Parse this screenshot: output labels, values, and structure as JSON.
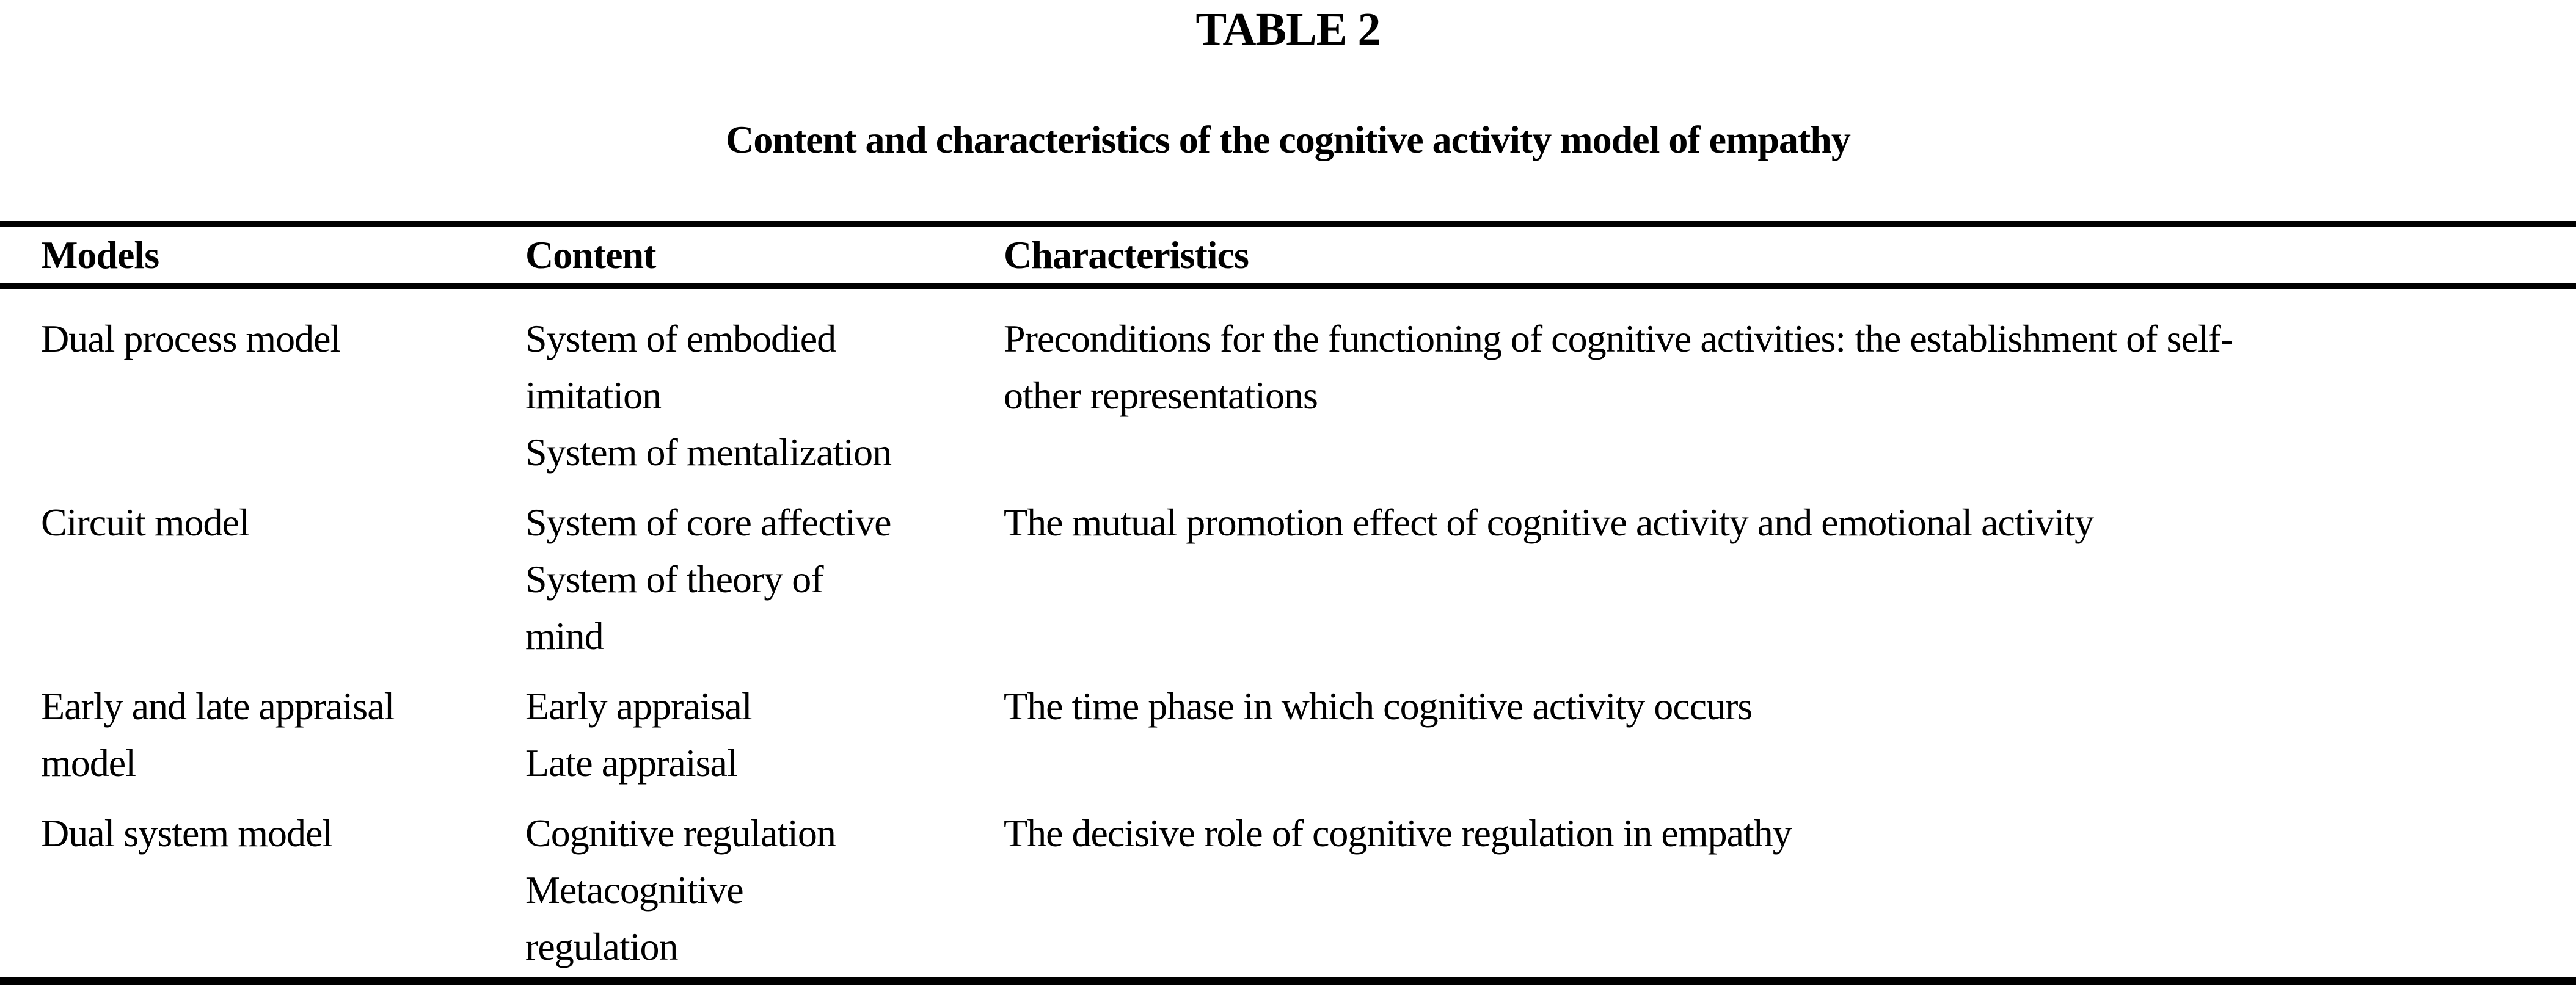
{
  "title": "TABLE 2",
  "subtitle": "Content and characteristics of the cognitive activity model of empathy",
  "table": {
    "columns": [
      "Models",
      "Content",
      "Characteristics"
    ],
    "rows": [
      {
        "model": [
          "Dual process model"
        ],
        "content": [
          "System of embodied",
          "imitation",
          "System of mentalization"
        ],
        "characteristics": [
          "Preconditions for the functioning of cognitive activities: the establishment of self-",
          "other representations"
        ]
      },
      {
        "model": [
          "Circuit model"
        ],
        "content": [
          "System of core affective",
          "System of theory of",
          "mind"
        ],
        "characteristics": [
          "The mutual promotion effect of cognitive activity and emotional activity"
        ]
      },
      {
        "model": [
          "Early and late appraisal",
          "model"
        ],
        "content": [
          "Early appraisal",
          "Late appraisal"
        ],
        "characteristics": [
          "The time phase in which cognitive activity occurs"
        ]
      },
      {
        "model": [
          "Dual system model"
        ],
        "content": [
          "Cognitive regulation",
          "Metacognitive",
          "regulation"
        ],
        "characteristics": [
          "The decisive role of cognitive regulation in empathy"
        ]
      }
    ]
  },
  "colors": {
    "text": "#000000",
    "background": "#ffffff",
    "rule": "#000000"
  }
}
